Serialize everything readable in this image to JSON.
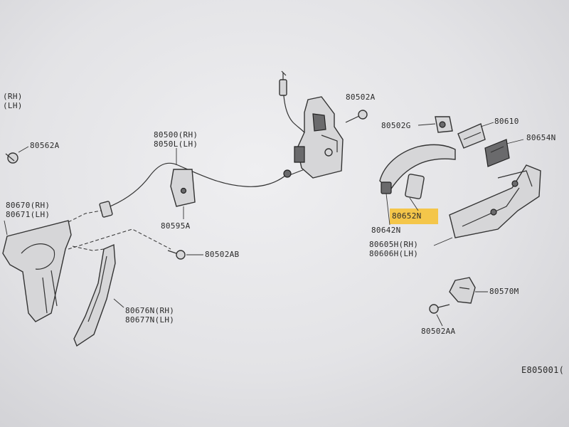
{
  "labels": {
    "p_80500": "80500(RH)",
    "p_8050l": "8050L(LH)",
    "p_80502a": "80502A",
    "p_80502g": "80502G",
    "p_80610": "80610",
    "p_80654n": "80654N",
    "p_80562a": "80562A",
    "p_rh_top": "(RH)",
    "p_lh_top": "(LH)",
    "p_80670": "80670(RH)",
    "p_80671": "80671(LH)",
    "p_80595a": "80595A",
    "p_80502ab": "80502AB",
    "p_80652n": "80652N",
    "p_80642n": "80642N",
    "p_80605h": "80605H(RH)",
    "p_80606h": "80606H(LH)",
    "p_80570m": "80570M",
    "p_80502aa": "80502AA",
    "p_80676n": "80676N(RH)",
    "p_80677n": "80677N(LH)",
    "diagram_code": "E805001("
  },
  "colors": {
    "highlight": "#f4c64a",
    "ink": "#2a2a2a",
    "paper": "#e6e6e9"
  }
}
